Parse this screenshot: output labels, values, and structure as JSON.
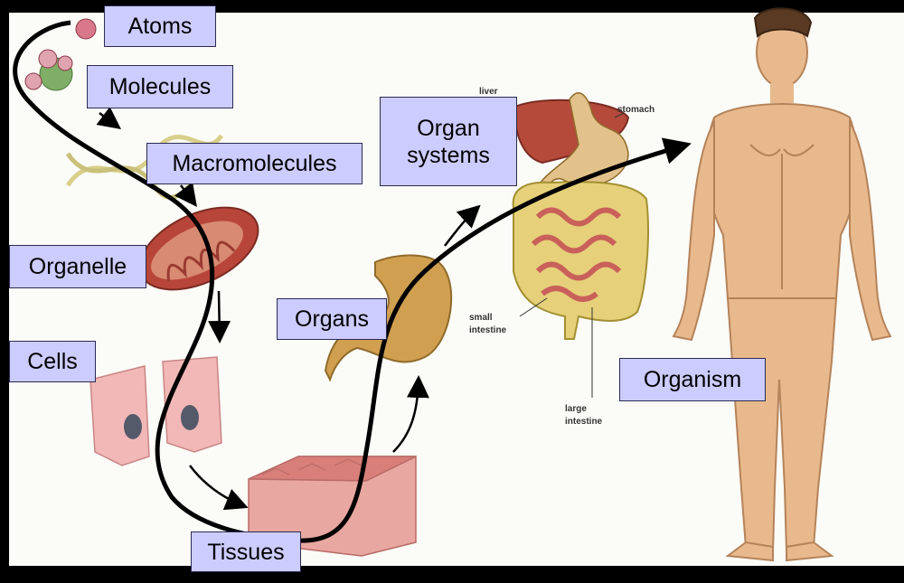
{
  "labels": {
    "atoms": "Atoms",
    "molecules": "Molecules",
    "macromolecules": "Macromolecules",
    "organelle": "Organelle",
    "cells": "Cells",
    "tissues": "Tissues",
    "organs": "Organs",
    "organ_systems": "Organ\nsystems",
    "organism": "Organism"
  },
  "small_labels": {
    "liver": "liver",
    "stomach": "stomach",
    "small_intestine_1": "small",
    "small_intestine_2": "intestine",
    "large_intestine_1": "large",
    "large_intestine_2": "intestine"
  },
  "colors": {
    "label_fill": "#ccccff",
    "background": "#fbfbf7",
    "frame": "#000000",
    "skin": "#e8b98c"
  }
}
